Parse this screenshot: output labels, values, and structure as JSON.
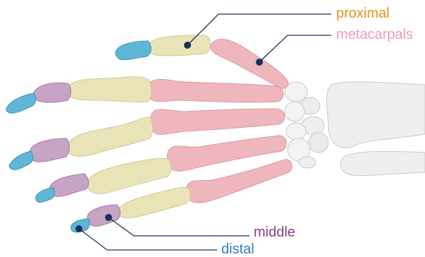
{
  "labels": {
    "proximal": "proximal",
    "metacarpals": "metacarpals",
    "middle": "middle",
    "distal": "distal"
  },
  "colors": {
    "proximal_text": "#e8901e",
    "metacarpals_text": "#ec9cb0",
    "middle_text": "#8a3c86",
    "distal_text": "#2a7fbf",
    "leader_line": "#17325a",
    "metacarpal_bone": "#efb6be",
    "proximal_bone": "#e9e4b8",
    "middle_bone": "#c7a3c4",
    "distal_bone": "#5fb7d6",
    "carpal_bone": "#eff0f1"
  }
}
